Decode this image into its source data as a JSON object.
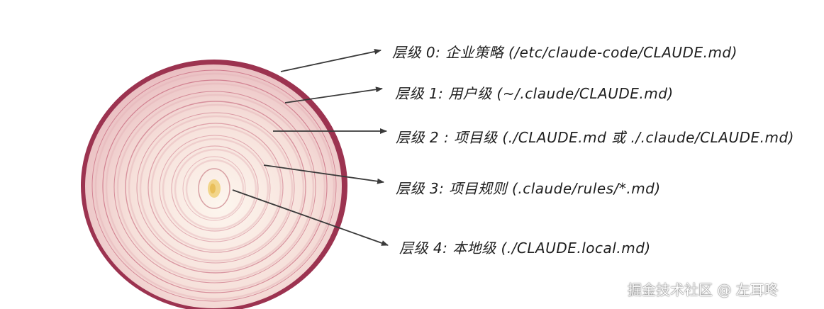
{
  "layers": [
    {
      "text": "层级 0: 企业策略 (/etc/claude-code/CLAUDE.md)"
    },
    {
      "text": "层级 1: 用户级 (~/.claude/CLAUDE.md)"
    },
    {
      "text": "层级 2 : 项目级 (./CLAUDE.md 或 ./.claude/CLAUDE.md)"
    },
    {
      "text": "层级 3: 项目规则 (.claude/rules/*.md)"
    },
    {
      "text": "层级 4: 本地级 (./CLAUDE.local.md)"
    }
  ],
  "watermark": "掘金技术社区 @ 左耳咚",
  "colors": {
    "ring": "#b8405e",
    "flesh_outer": "#f1d3cf",
    "flesh_inner": "#fbf1ea",
    "skin": "#8e2a45",
    "core": "#f2d58a",
    "arrow": "#3a3a3a"
  }
}
